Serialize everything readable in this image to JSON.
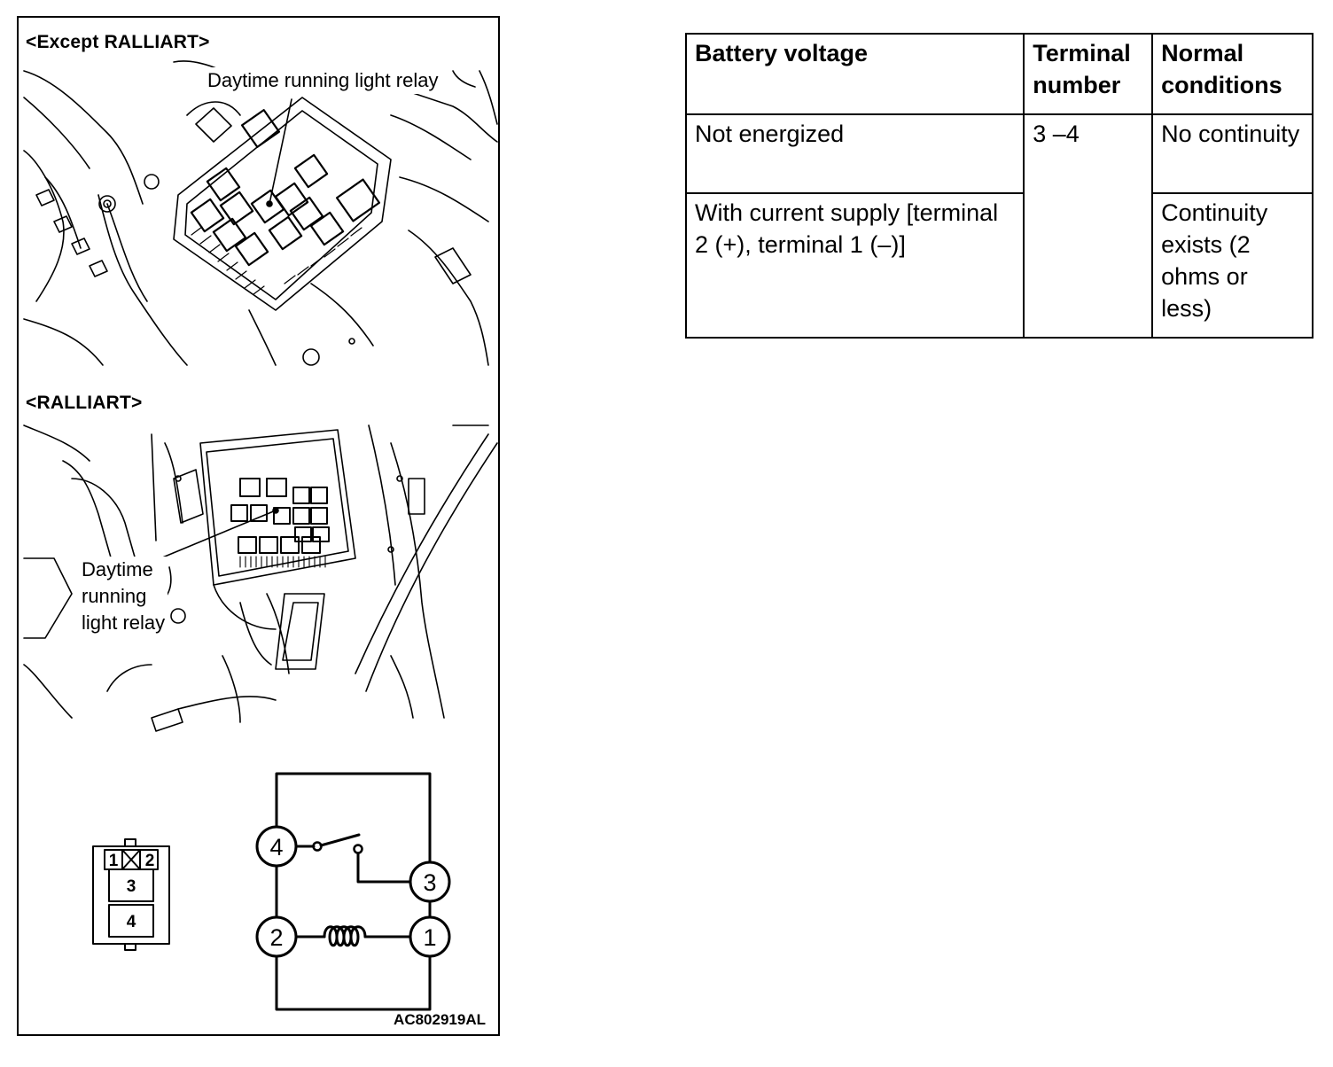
{
  "figure": {
    "except_heading": "<Except RALLIART>",
    "except_callout": "Daytime running light relay",
    "ralliart_heading": "<RALLIART>",
    "ralliart_callout": [
      "Daytime",
      "running",
      "light relay"
    ],
    "connector_pins": [
      "1",
      "2",
      "3",
      "4"
    ],
    "schematic_terminals": [
      "4",
      "3",
      "2",
      "1"
    ],
    "figure_code": "AC802919AL"
  },
  "table": {
    "headers": [
      "Battery voltage",
      "Terminal number",
      "Normal conditions"
    ],
    "rows": [
      {
        "battery_voltage": "Not energized",
        "terminal_number": "3 –4",
        "normal_conditions": "No continuity"
      },
      {
        "battery_voltage": "With current supply [terminal 2 (+), terminal 1 (–)]",
        "normal_conditions": "Continuity exists (2 ohms or less)"
      }
    ]
  }
}
